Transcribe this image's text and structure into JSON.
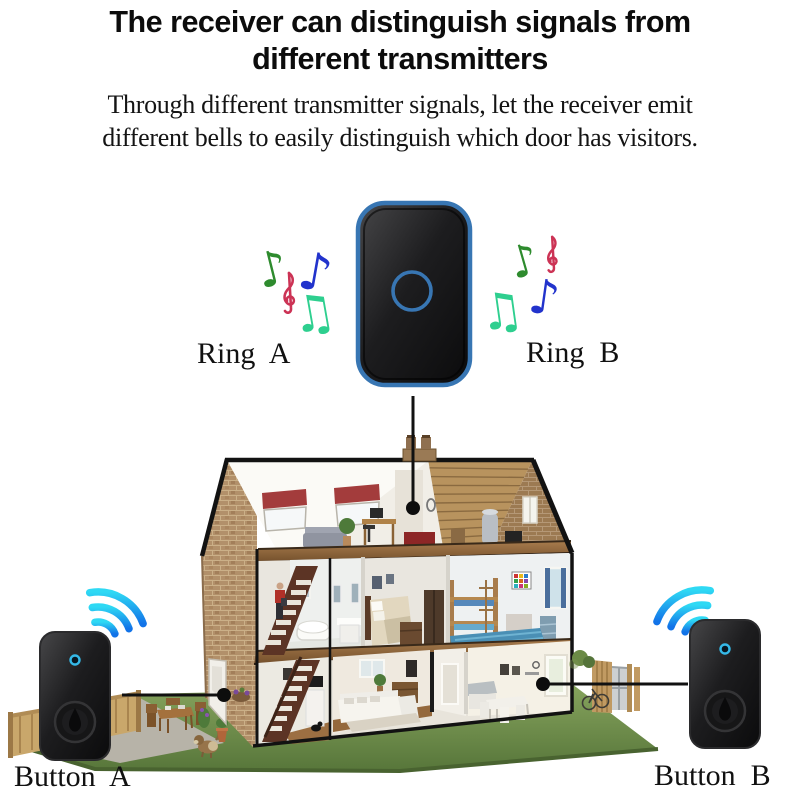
{
  "title": {
    "line1": "The receiver can distinguish signals from",
    "line2": "different transmitters"
  },
  "subtitle": {
    "line1": "Through different transmitter signals, let the receiver emit",
    "line2": "different bells to easily distinguish which door has visitors."
  },
  "receiver": {
    "ring_a_label": "Ring  A",
    "ring_b_label": "Ring  B"
  },
  "transmitters": {
    "button_a_label": "Button  A",
    "button_b_label": "Button  B"
  },
  "icons": {
    "note_single": "♪",
    "note_beamed": "♫"
  },
  "colors": {
    "accent_blue": "#3876b3",
    "wifi_cyan": "#2fd9f4",
    "wifi_blue": "#1273e8",
    "note_green": "#2e8b2e",
    "note_crimson": "#cc3355",
    "note_blue": "#2233cc",
    "note_teal": "#2ecf8f",
    "device_black": "#1a1a1a",
    "lawn_green": "#6f8f46",
    "brick_tan": "#b2906a",
    "connector_black": "#111111"
  }
}
